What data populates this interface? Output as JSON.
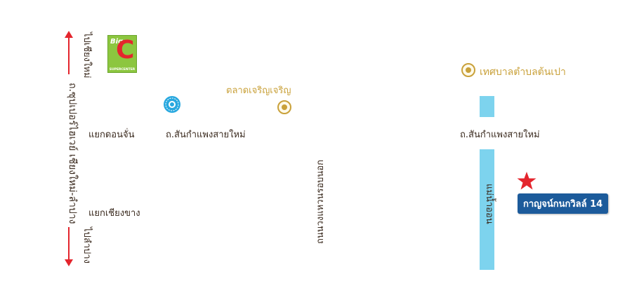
{
  "labels": {
    "to_chiang_mai": "ไปเชียงใหม่",
    "to_lampang": "ไปลำปาง",
    "superhighway": "ถ.ซุปเปอร์ไฮเวย์ เชียงใหม่-ลำปาง",
    "don_chan_junction": "แยกดอนจั่น",
    "chiang_khang_junction": "แยกเชียงขาง",
    "road_sankamphaeng_left": "ถ.สันกำแพงสายใหม่",
    "road_sankamphaeng_right": "ถ.สันกำแพงสายใหม่",
    "jareonjareon_market": "ตลาดเจริญเจริญ",
    "tonpao_municipality": "เทศบาลตำบลต้นเปา",
    "ring_road": "ถนนวงแหวนรอบนอก",
    "mae_on_river": "แม่น้ำออน",
    "destination": "กาญจน์กนกวิลล์ 14"
  },
  "logo": {
    "brand": "Big",
    "letter": "C",
    "subtitle": "SUPERCENTER"
  },
  "icons": {
    "arrow_up": "arrow-up-icon",
    "arrow_down": "arrow-down-icon",
    "temple": "temple-seal-icon",
    "market_pin": "location-pin-icon",
    "municipality_pin": "location-pin-icon",
    "destination_star": "star-icon"
  },
  "colors": {
    "text": "#3a2a1e",
    "landmark": "#c9a13a",
    "river": "#7dd3ee",
    "arrow": "#e4252d",
    "badge": "#1c5b9b",
    "star": "#e4252d"
  }
}
